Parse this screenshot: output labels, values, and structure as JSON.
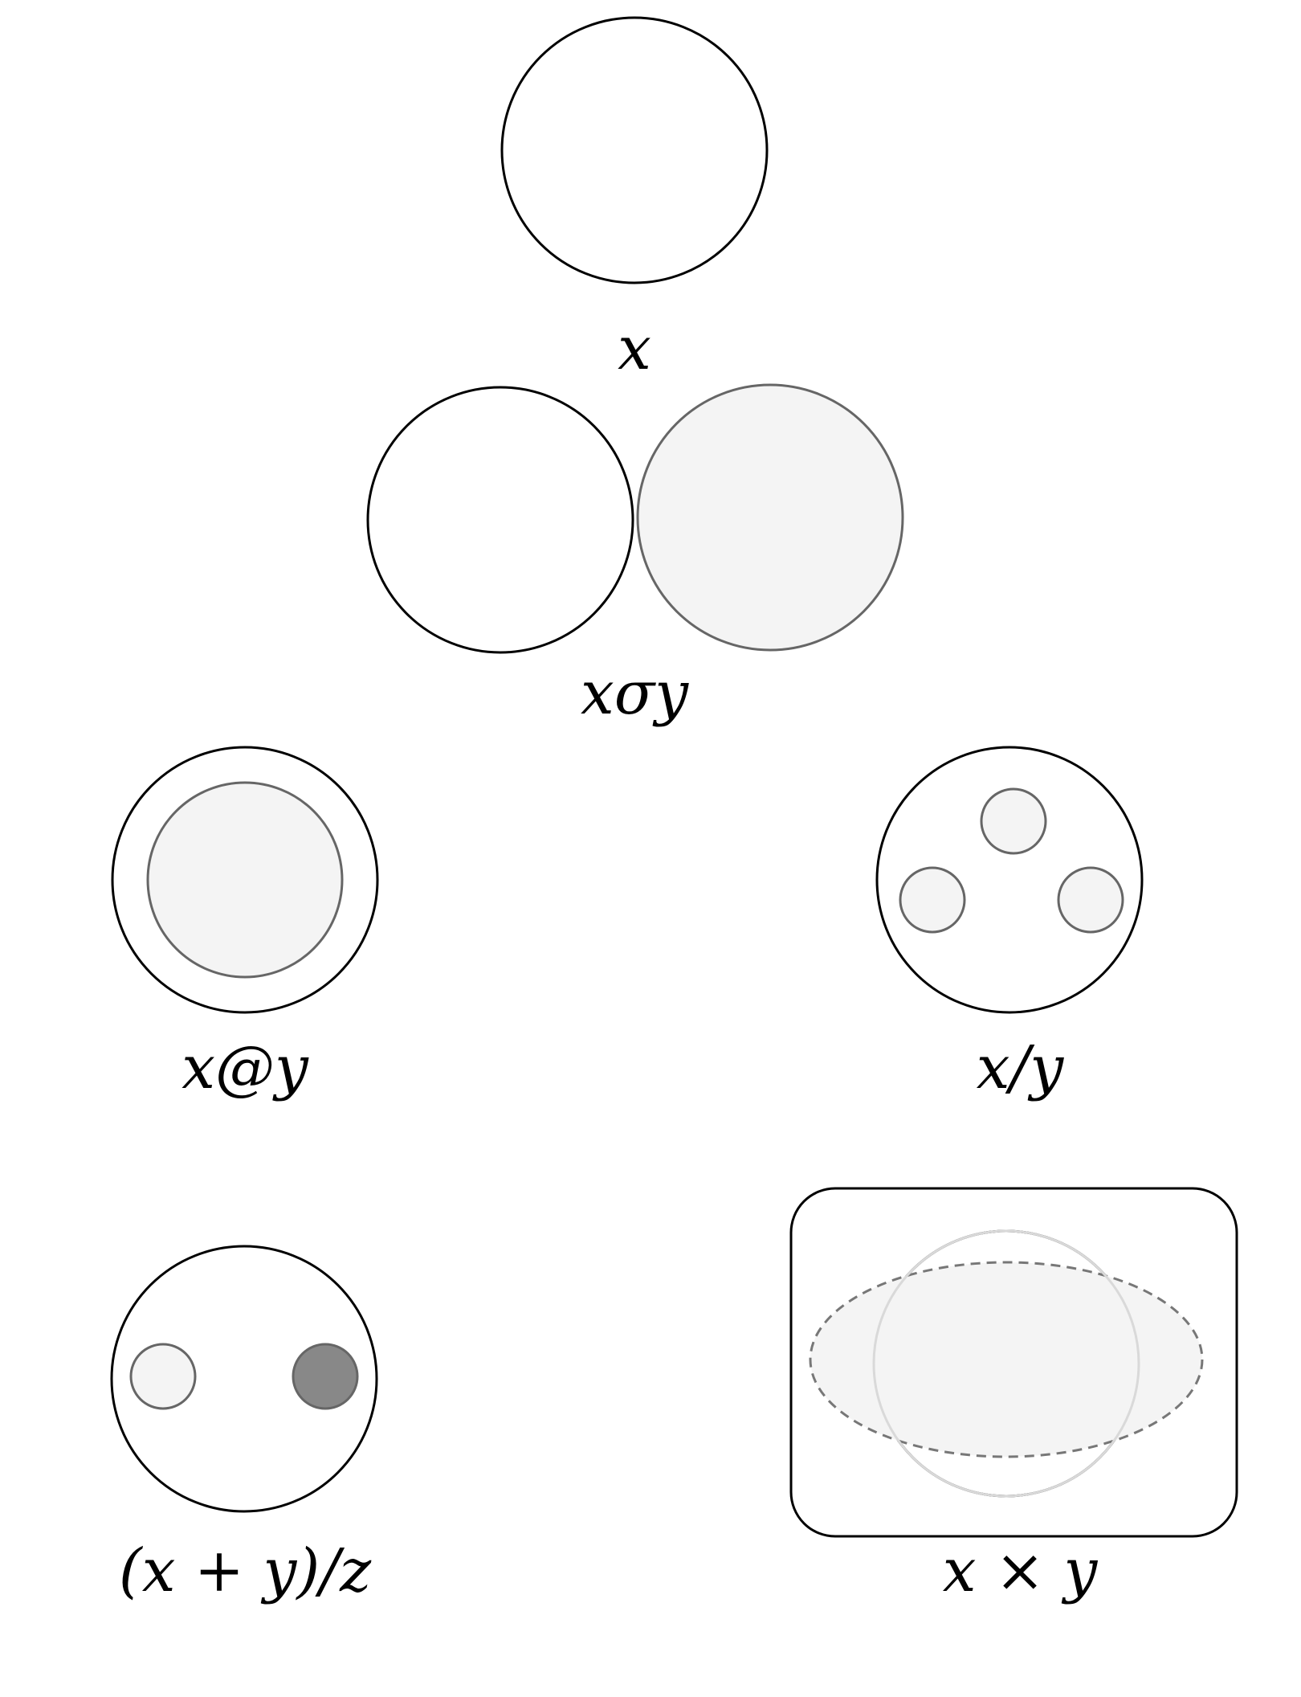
{
  "diagram": {
    "labels": {
      "single": "x",
      "sigma": "xσy",
      "at": "x@y",
      "slash": "x/y",
      "sum_div": "(x + y)/z",
      "times": "x × y"
    },
    "colors": {
      "outline": "#000000",
      "inner_stroke": "#666666",
      "inner_fill": "#f4f4f4",
      "dark_fill": "#888888",
      "faint_stroke": "#d9d9d9",
      "dash_stroke": "#777777"
    }
  }
}
